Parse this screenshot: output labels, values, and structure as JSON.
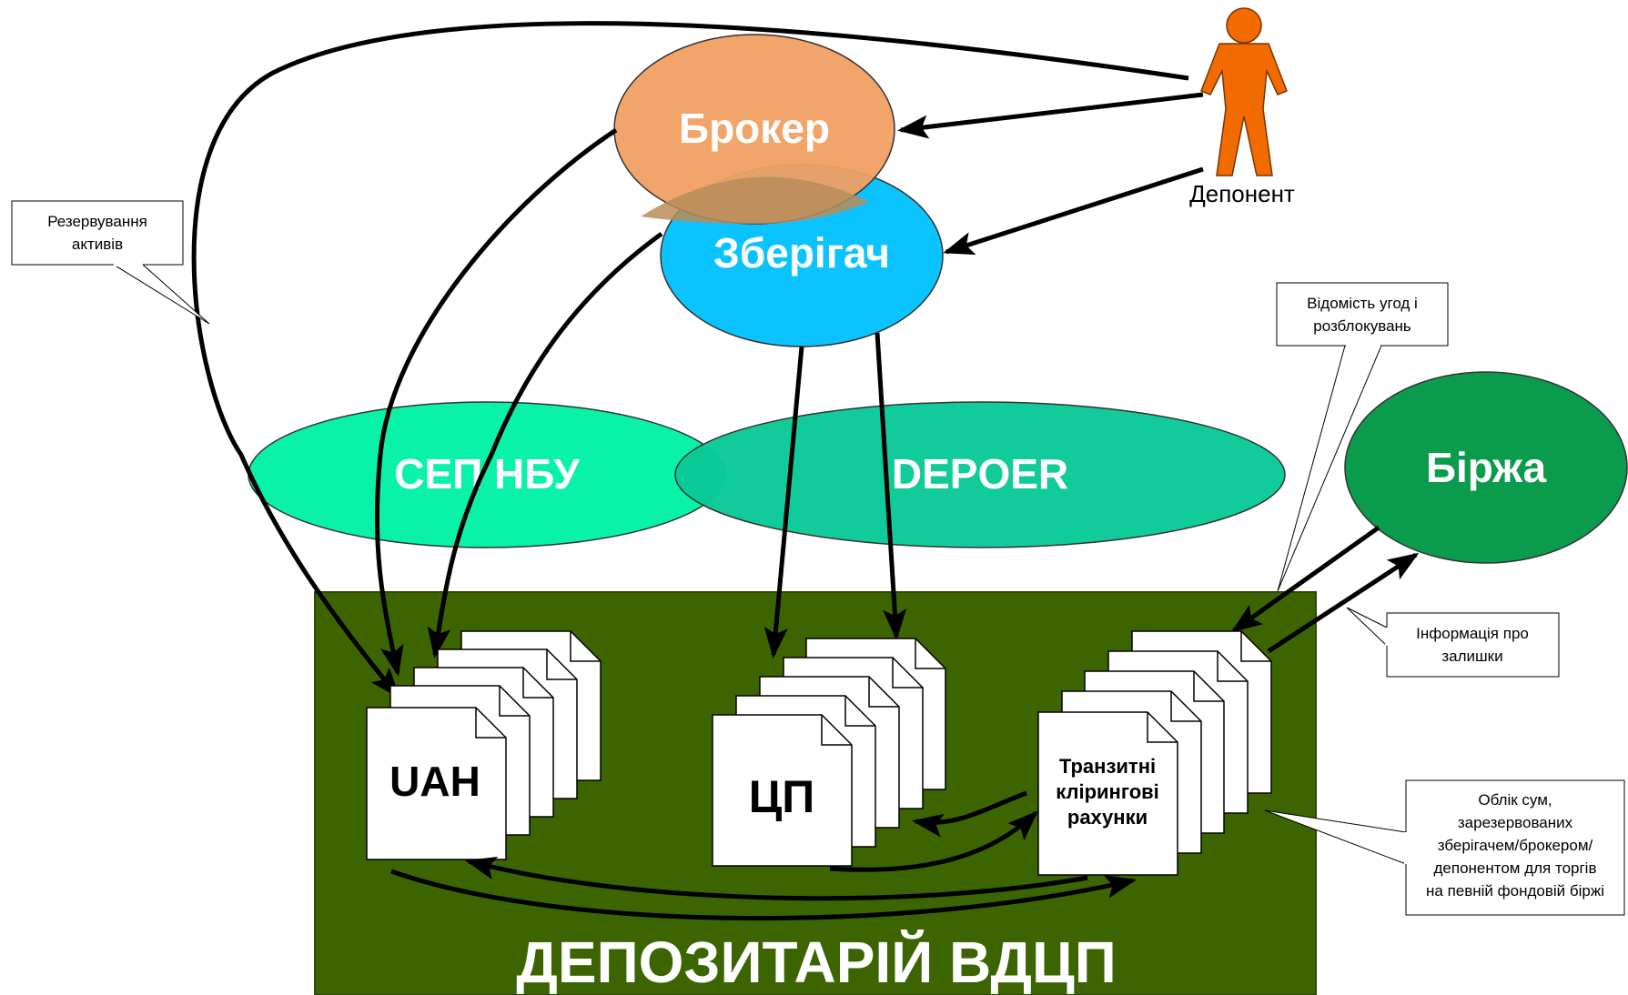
{
  "nodes": {
    "broker": "Брокер",
    "custodian": "Зберігач",
    "sep_nbu": "СЕП НБУ",
    "depoer": "DEPOER",
    "exchange": "Біржа",
    "depositor": "Депонент"
  },
  "depository": {
    "title": "ДЕПОЗИТАРІЙ   ВДЦП"
  },
  "documents": {
    "uah": "UAH",
    "securities": "ЦП",
    "transit": [
      "Транзитні",
      "клірингові",
      "рахунки"
    ]
  },
  "callouts": {
    "reservation": [
      "Резервування",
      "активів"
    ],
    "deals_statement": [
      "Відомість угод і",
      "розблокувань"
    ],
    "balance_info": [
      "Інформація про",
      "залишки"
    ],
    "accounting": [
      "Облік сум,",
      "зарезервованих",
      "зберігачем/брокером/",
      "депонентом для торгів",
      "на певній фондовій біржі"
    ]
  },
  "colors": {
    "depository_bg": "#3c6400",
    "broker": "#f0a062",
    "custodian": "#0ac3ff",
    "sep_nbu": "#0af2a8",
    "depoer": "#0ac998",
    "exchange": "#0a9c4c",
    "person": "#f26b00"
  }
}
